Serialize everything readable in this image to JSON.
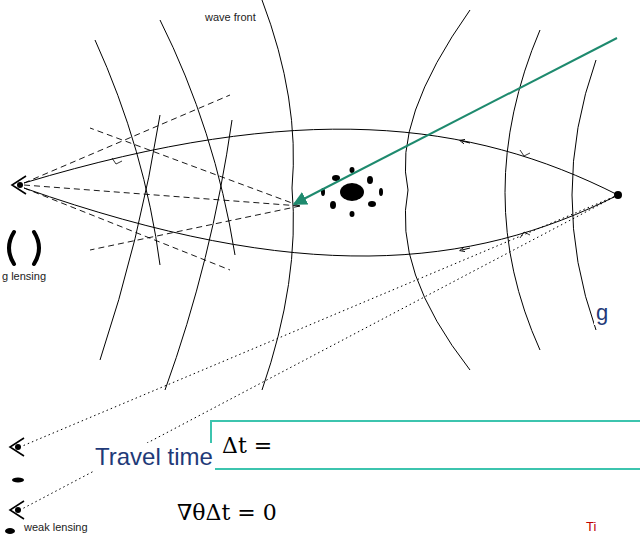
{
  "diagram": {
    "nodes": [
      {
        "text": [
          "Δt ="
        ]
      }
    ],
    "labels": [
      "wave front",
      "g lensing",
      "weak lensing",
      "Travel time",
      "∇θΔt = 0",
      "g",
      "Ti"
    ]
  }
}
